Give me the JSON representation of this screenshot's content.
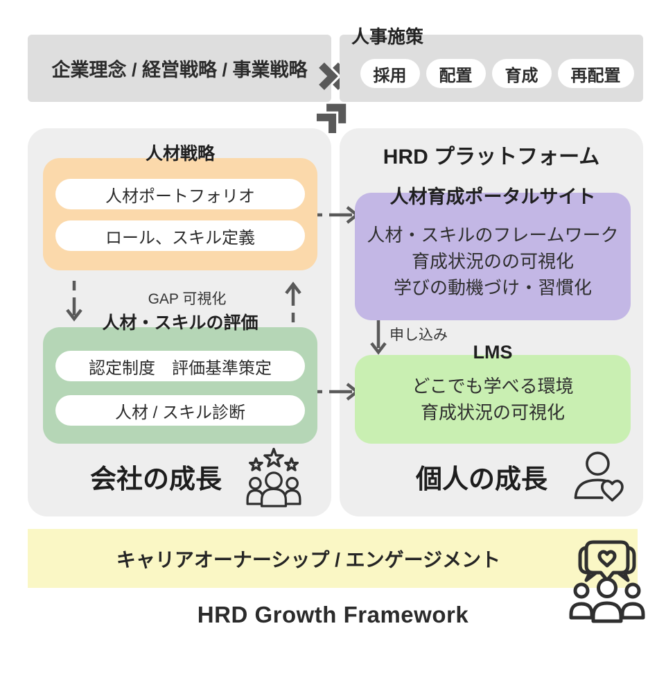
{
  "top": {
    "strategy_bar": "企業理念 / 経営戦略 / 事業戦略",
    "hr_section": {
      "title": "人事施策",
      "pills": [
        "採用",
        "配置",
        "育成",
        "再配置"
      ]
    }
  },
  "company_panel": {
    "talent_strategy": {
      "title": "人材戦略",
      "items": [
        "人材ポートフォリオ",
        "ロール、スキル定義"
      ]
    },
    "gap_label": "GAP 可視化",
    "evaluation": {
      "title": "人材・スキルの評価",
      "items": [
        "認定制度　評価基準策定",
        "人材 / スキル診断"
      ]
    },
    "footer": "会社の成長"
  },
  "platform_panel": {
    "title": "HRD プラットフォーム",
    "portal": {
      "title": "人材育成ポータルサイト",
      "lines": [
        "人材・スキルのフレームワーク",
        "育成状況のの可視化",
        "学びの動機づけ・習慣化"
      ]
    },
    "apply_label": "申し込み",
    "lms": {
      "title": "LMS",
      "lines": [
        "どこでも学べる環境",
        "育成状況の可視化"
      ]
    },
    "footer": "個人の成長"
  },
  "bottom": {
    "career_bar": "キャリアオーナーシップ / エンゲージメント",
    "caption": "HRD Growth Framework"
  },
  "colors": {
    "topbar_gray": "#dedede",
    "panel_gray": "#eeeeee",
    "orange": "#fbd9ab",
    "green_muted": "#b5d6b6",
    "purple": "#c3b7e5",
    "green_bright": "#c9efb2",
    "yellow": "#faf7c5",
    "arrow_gray": "#595959",
    "icon_stroke": "#2f2f2f"
  }
}
